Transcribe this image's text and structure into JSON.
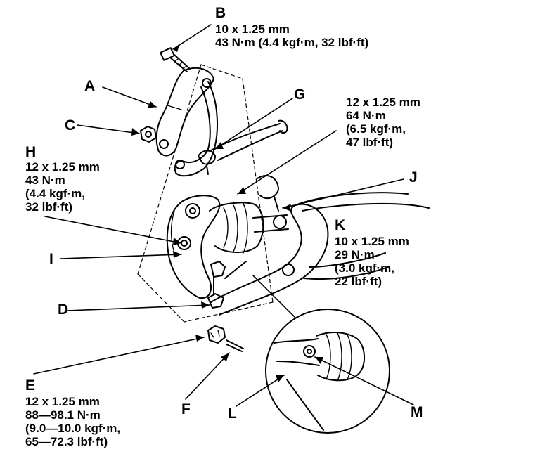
{
  "callouts": {
    "A": {
      "letter": "A"
    },
    "B": {
      "letter": "B",
      "spec": [
        "10 x 1.25 mm",
        "43 N·m (4.4 kgf·m, 32 lbf·ft)"
      ]
    },
    "C": {
      "letter": "C"
    },
    "D": {
      "letter": "D"
    },
    "E": {
      "letter": "E",
      "spec": [
        "12 x 1.25 mm",
        "88—98.1 N·m",
        "(9.0—10.0 kgf·m,",
        "65—72.3 lbf·ft)"
      ]
    },
    "F": {
      "letter": "F"
    },
    "G": {
      "letter": "G",
      "spec": [
        "12 x 1.25 mm",
        "64 N·m",
        "(6.5 kgf·m,",
        "47 lbf·ft)"
      ]
    },
    "H": {
      "letter": "H",
      "spec": [
        "12 x 1.25 mm",
        "43 N·m",
        "(4.4 kgf·m,",
        "32 lbf·ft)"
      ]
    },
    "I": {
      "letter": "I"
    },
    "J": {
      "letter": "J"
    },
    "K": {
      "letter": "K",
      "spec": [
        "10 x 1.25 mm",
        "29 N·m",
        "(3.0 kgf·m,",
        "22 lbf·ft)"
      ]
    },
    "L": {
      "letter": "L"
    },
    "M": {
      "letter": "M"
    }
  }
}
